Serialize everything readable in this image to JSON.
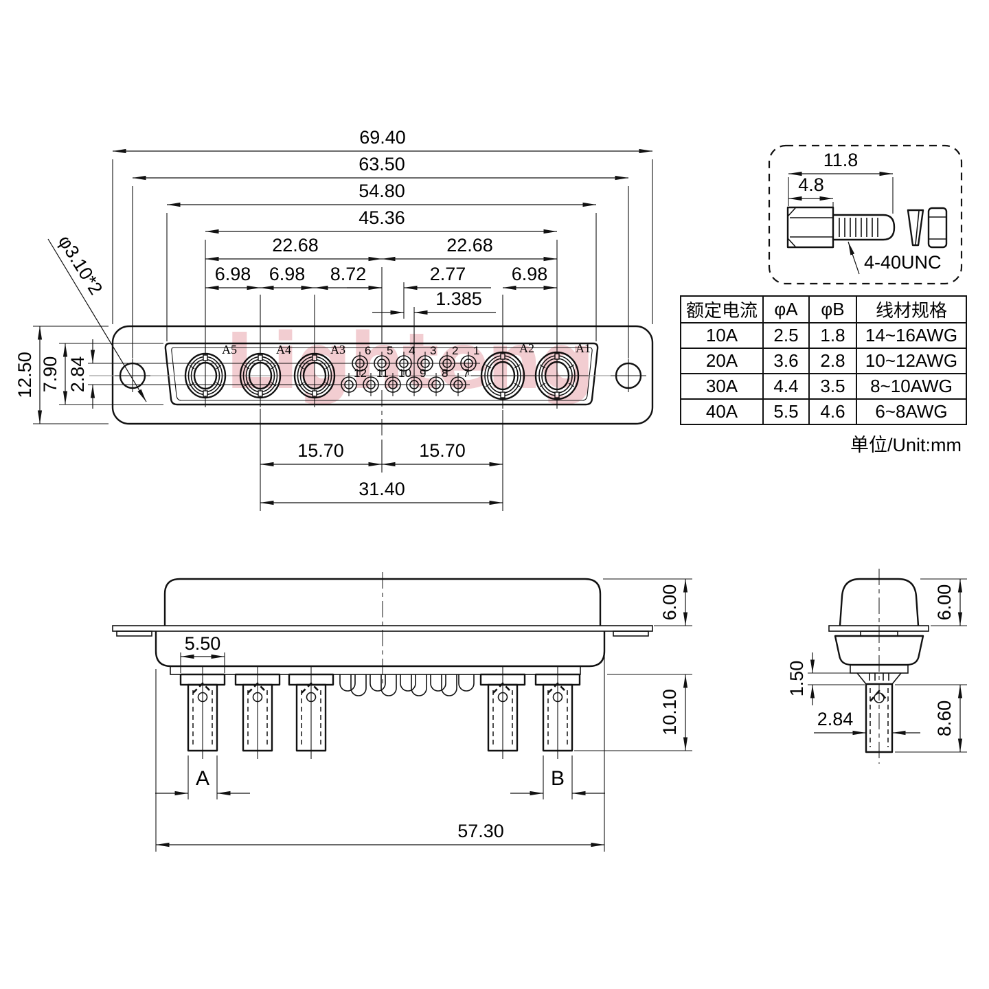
{
  "colors": {
    "line": "#111111",
    "watermark_pink": "#e59ca3",
    "centerline_gray": "#8a8a8a"
  },
  "watermark": "Lighteng",
  "front_view": {
    "contact_labels": [
      "A5",
      "A4",
      "A3",
      "A2",
      "A1"
    ],
    "pin_labels_top": [
      "6",
      "5",
      "4",
      "3",
      "2",
      "1"
    ],
    "pin_labels_bottom": [
      "12",
      "11",
      "10",
      "9",
      "8",
      "7"
    ],
    "dims": {
      "overall_width": "69.40",
      "hole_span": "63.50",
      "face_width": "54.80",
      "contact_span": "45.36",
      "half_span_left": "22.68",
      "half_span_right": "22.68",
      "pitch_a5_a4": "6.98",
      "pitch_a4_a3": "6.98",
      "a3_to_center": "8.72",
      "pin_pitch": "2.77",
      "pitch_a2_a1": "6.98",
      "pin_row_offset": "1.385",
      "body_height": "12.50",
      "face_height": "7.90",
      "pin_row_gap": "2.84",
      "mount_hole": "φ3.10*2",
      "center_to_a4": "15.70",
      "center_to_a2": "15.70",
      "a4_to_a2": "31.40"
    }
  },
  "screw_detail": {
    "dims": {
      "overall_length": "11.8",
      "hex_length": "4.8"
    },
    "thread_spec": "4-40UNC"
  },
  "spec_table": {
    "headers": [
      "额定电流",
      "φA",
      "φB",
      "线材规格"
    ],
    "rows": [
      [
        "10A",
        "2.5",
        "1.8",
        "14~16AWG"
      ],
      [
        "20A",
        "3.6",
        "2.8",
        "10~12AWG"
      ],
      [
        "30A",
        "4.4",
        "3.5",
        "8~10AWG"
      ],
      [
        "40A",
        "5.5",
        "4.6",
        "6~8AWG"
      ]
    ],
    "unit_note": "单位/Unit:mm"
  },
  "bottom_view": {
    "dims": {
      "terminal_block_width": "5.50",
      "shell_height": "6.00",
      "terminal_length": "10.10",
      "label_a": "A",
      "label_b": "B",
      "overall_width": "57.30"
    }
  },
  "side_view": {
    "dims": {
      "shell_height": "6.00",
      "shoulder_height": "1.50",
      "terminal_width": "2.84",
      "terminal_length": "8.60"
    }
  }
}
